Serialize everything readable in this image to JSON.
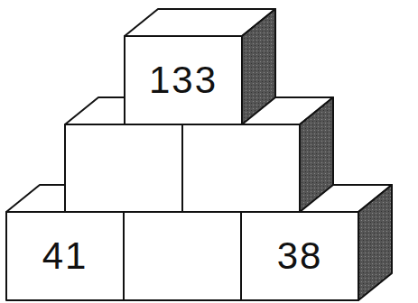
{
  "diagram": {
    "nodes": [
      {
        "text": [
          "133"
        ]
      },
      {
        "text": [
          "41"
        ]
      },
      {
        "text": [
          "38"
        ]
      }
    ]
  }
}
